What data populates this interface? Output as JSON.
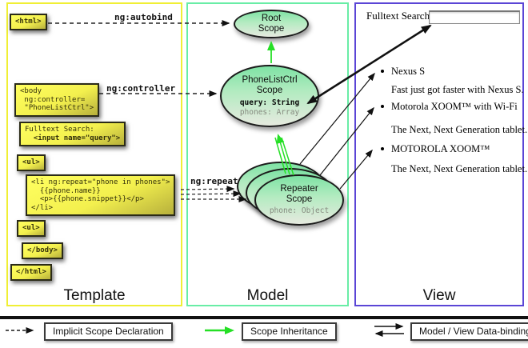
{
  "panels": {
    "template": {
      "title": "Template"
    },
    "model": {
      "title": "Model"
    },
    "view": {
      "title": "View"
    }
  },
  "template": {
    "html_open": "<html>",
    "body_open": "<body\n ng:controller=\n \"PhoneListCtrl\">",
    "fulltext_line1": "Fulltext Search:",
    "fulltext_line2": "  <input name=\"query\">",
    "ul_open": "<ul>",
    "li_repeat": "<li ng:repeat=\"phone in phones\">\n  {{phone.name}}\n  <p>{{phone.snippet}}</p>\n</li>",
    "ul_close": "<ul>",
    "body_close": "</body>",
    "html_close": "</html>",
    "label_autobind": "ng:autobind",
    "label_controller": "ng:controller",
    "label_repeat": "ng:repeat"
  },
  "model": {
    "root_scope_name": "Root\nScope",
    "phonelist_name": "PhoneListCtrl\nScope",
    "phonelist_query": "query: String",
    "phonelist_phones": "phones: Array",
    "repeater_name": "Repeater\nScope",
    "repeater_prop": "phone: Object"
  },
  "view": {
    "search_label": "Fulltext Search:",
    "search_value": "",
    "items": [
      {
        "title": "Nexus S",
        "desc": "Fast just got faster with Nexus S."
      },
      {
        "title": "Motorola XOOM™ with Wi-Fi",
        "desc": "The Next, Next Generation tablet."
      },
      {
        "title": "MOTOROLA XOOM™",
        "desc": "The Next, Next Generation tablet."
      }
    ]
  },
  "legend": {
    "implicit": "Implicit Scope Declaration",
    "inheritance": "Scope Inheritance",
    "binding": "Model / View Data-binding"
  },
  "colors": {
    "template_border": "#f0ef35",
    "model_border": "#69eda6",
    "view_border": "#5b46d6",
    "scope_green_top": "#7ee2a4",
    "arrow_green": "#25df25",
    "code_box_yellow": "#f3f04e"
  }
}
